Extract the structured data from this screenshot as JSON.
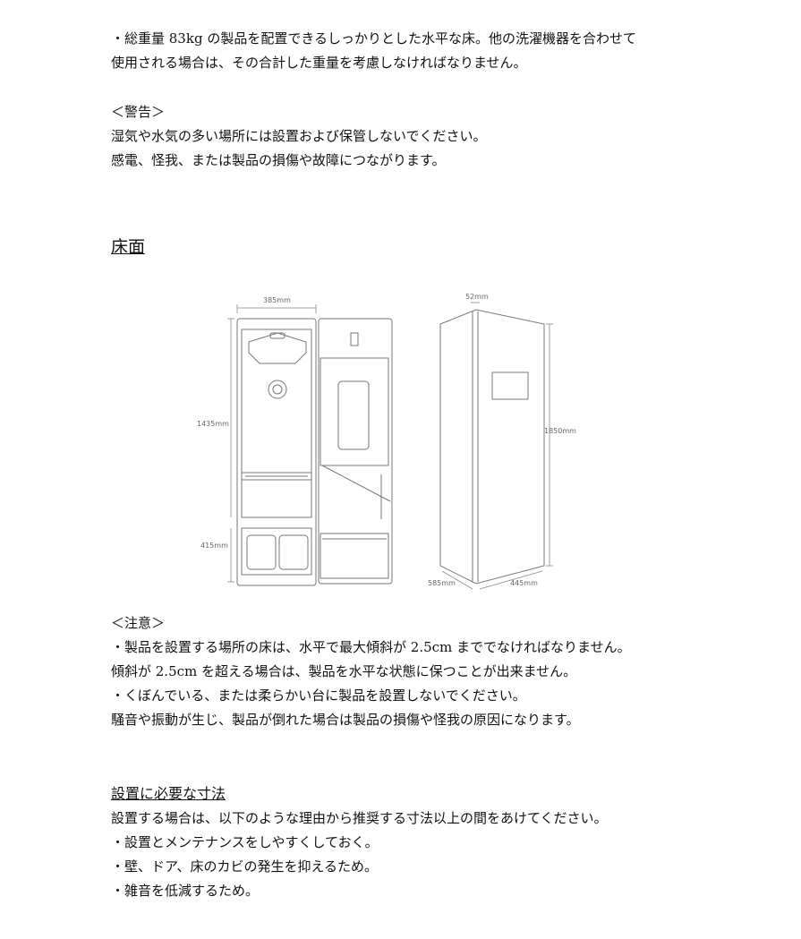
{
  "intro": {
    "line1": "・総重量 83kg の製品を配置できるしっかりとした水平な床。他の洗濯機器を合わせて",
    "line2": "使用される場合は、その合計した重量を考慮しなければなりません。"
  },
  "warning": {
    "title": "＜警告＞",
    "line1": "湿気や水気の多い場所には設置および保管しないでください。",
    "line2": "感電、怪我、または製品の損傷や故障につながります。"
  },
  "floor": {
    "heading": "床面",
    "diagram": {
      "width_385": "385mm",
      "height_1435": "1435mm",
      "height_415": "415mm",
      "top_52": "52mm",
      "height_1850": "1850mm",
      "depth_585": "585mm",
      "width_445": "445mm"
    },
    "caution_title": "＜注意＞",
    "caution1": "・製品を設置する場所の床は、水平で最大傾斜が 2.5cm まででなければなりません。",
    "caution2": "傾斜が 2.5cm を超える場合は、製品を水平な状態に保つことが出来ません。",
    "caution3": "・くぼんでいる、または柔らかい台に製品を設置しないでください。",
    "caution4": "騒音や振動が生じ、製品が倒れた場合は製品の損傷や怪我の原因になります。"
  },
  "clearance": {
    "heading": "設置に必要な寸法",
    "line1": "設置する場合は、以下のような理由から推奨する寸法以上の間をあけてください。",
    "line2": "・設置とメンテナンスをしやすくしておく。",
    "line3": "・壁、ドア、床のカビの発生を抑えるため。",
    "line4": "・雑音を低減するため。"
  }
}
